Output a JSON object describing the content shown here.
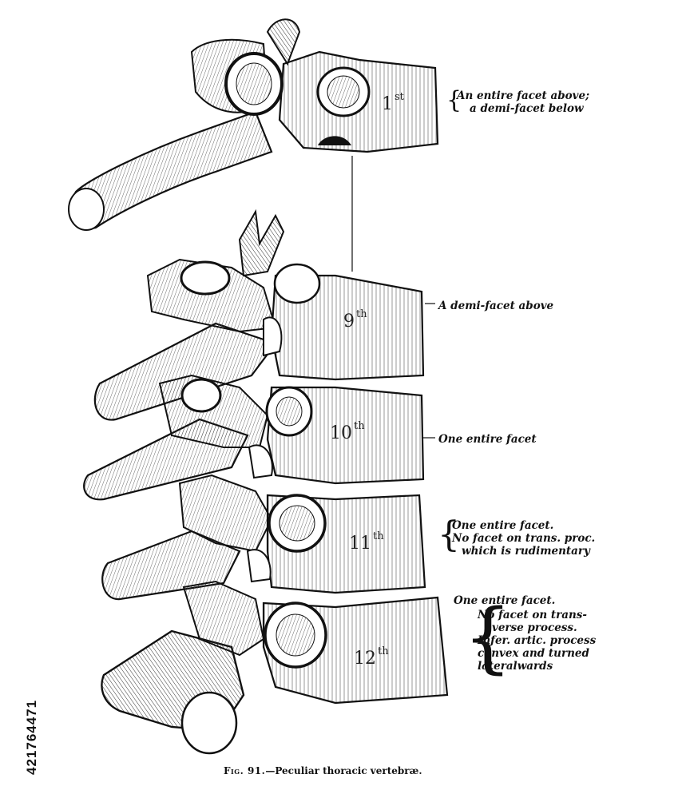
{
  "figure": {
    "caption_prefix": "Fig. 91.",
    "caption_text": "—Peculiar thoracic vertebræ.",
    "stock_id": "421764471"
  },
  "vertebrae": [
    {
      "name": "first",
      "num": "1",
      "suffix": "st"
    },
    {
      "name": "ninth",
      "num": "9",
      "suffix": "th"
    },
    {
      "name": "tenth",
      "num": "10",
      "suffix": "th"
    },
    {
      "name": "eleventh",
      "num": "11",
      "suffix": "th"
    },
    {
      "name": "twelfth",
      "num": "12",
      "suffix": "th"
    }
  ],
  "annotations": {
    "first": [
      "An entire facet above;",
      "a demi-facet below"
    ],
    "ninth": [
      "A demi-facet above"
    ],
    "tenth": [
      "One entire facet"
    ],
    "eleventh": [
      "One entire facet.",
      "No facet on trans. proc.",
      "which is rudimentary"
    ],
    "twelfth": [
      "One entire facet.",
      "No facet on trans-",
      "verse process.",
      "Infer. artic. process",
      "convex and turned",
      "lateralwards"
    ]
  }
}
